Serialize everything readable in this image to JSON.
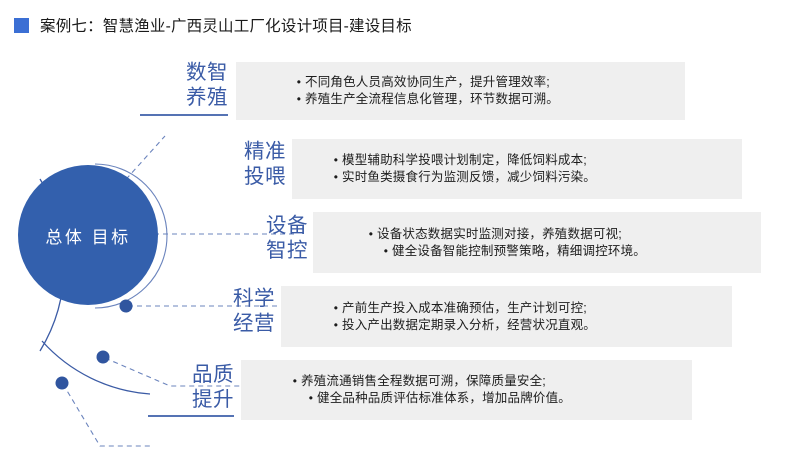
{
  "header": {
    "marker_icon": "square-bullet-icon",
    "marker_color": "#3b6fd4",
    "title": "案例七：智慧渔业-广西灵山工厂化设计项目-建设目标"
  },
  "diagram": {
    "center": {
      "label": "总体 目标",
      "fill_color": "#3360ad",
      "text_color": "#ffffff"
    },
    "accent_color": "#3a5ba6",
    "box_color": "#efefef",
    "rows": [
      {
        "id": "shuzhi-yangzhi",
        "label_line1": "数智",
        "label_line2": "养殖",
        "bullets": [
          "不同角色人员高效协同生产，提升管理效率;",
          "养殖生产全流程信息化管理，环节数据可溯。"
        ]
      },
      {
        "id": "jingzhun-touwei",
        "label_line1": "精准",
        "label_line2": "投喂",
        "bullets": [
          "模型辅助科学投喂计划制定，降低饲料成本;",
          "实时鱼类摄食行为监测反馈，减少饲料污染。"
        ]
      },
      {
        "id": "shebei-zhikong",
        "label_line1": "设备",
        "label_line2": "智控",
        "bullets": [
          "设备状态数据实时监测对接，养殖数据可视;",
          "健全设备智能控制预警策略，精细调控环境。"
        ]
      },
      {
        "id": "kexue-jingying",
        "label_line1": "科学",
        "label_line2": "经营",
        "bullets": [
          "产前生产投入成本准确预估，生产计划可控;",
          "投入产出数据定期录入分析，经营状况直观。"
        ]
      },
      {
        "id": "pinzhi-tisheng",
        "label_line1": "品质",
        "label_line2": "提升",
        "bullets": [
          "养殖流通销售全程数据可溯，保障质量安全;",
          "健全品种品质评估标准体系，增加品牌价值。"
        ]
      }
    ]
  }
}
